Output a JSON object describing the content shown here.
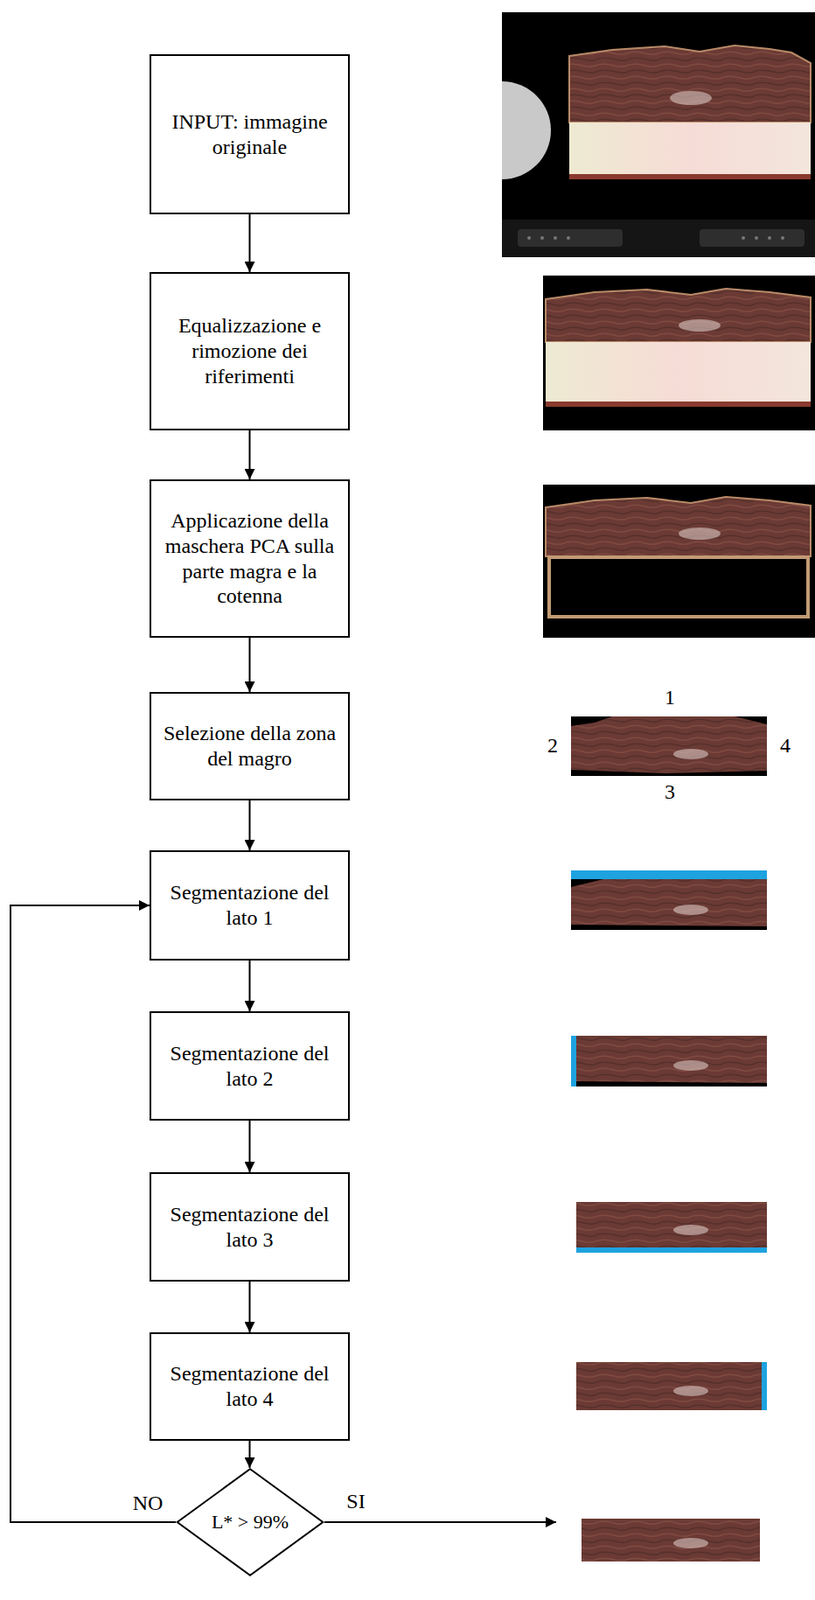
{
  "diagram": {
    "nodes": [
      {
        "text": [
          "INPUT: immagine originale"
        ]
      },
      {
        "text": [
          "Equalizzazione e rimozione dei riferimenti"
        ]
      },
      {
        "text": [
          "Applicazione della maschera PCA sulla parte magra e la cotenna"
        ]
      },
      {
        "text": [
          "Selezione della zona del magro"
        ]
      },
      {
        "text": [
          "Segmentazione del lato 1"
        ]
      },
      {
        "text": [
          "Segmentazione del lato 2"
        ]
      },
      {
        "text": [
          "Segmentazione del lato 3"
        ]
      },
      {
        "text": [
          "Segmentazione del lato 4"
        ]
      },
      {
        "text": [
          "L* > 99%"
        ]
      }
    ],
    "edges": [
      {
        "from": 0,
        "to": 1,
        "arrow": "to"
      },
      {
        "from": 1,
        "to": 2,
        "arrow": "to"
      },
      {
        "from": 2,
        "to": 3,
        "arrow": "to"
      },
      {
        "from": 3,
        "to": 4,
        "arrow": "to"
      },
      {
        "from": 4,
        "to": 5,
        "arrow": "to"
      },
      {
        "from": 5,
        "to": 6,
        "arrow": "to"
      },
      {
        "from": 6,
        "to": 7,
        "arrow": "to"
      },
      {
        "from": 7,
        "to": 8,
        "arrow": "to"
      },
      {
        "from": 8,
        "to": 4,
        "label": "NO",
        "arrow": "to"
      }
    ],
    "labels": [
      "1",
      "2",
      "3",
      "4",
      "SI"
    ]
  }
}
